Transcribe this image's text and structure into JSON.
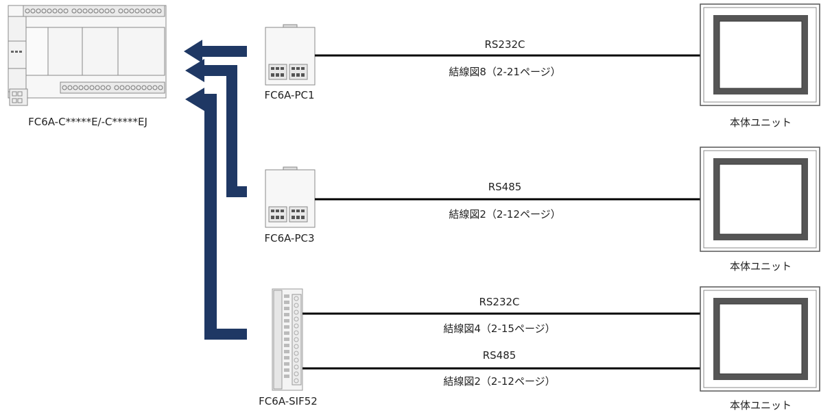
{
  "plc": {
    "label": "FC6A-C*****E/-C*****EJ"
  },
  "modules": [
    {
      "label": "FC6A-PC1"
    },
    {
      "label": "FC6A-PC3"
    },
    {
      "label": "FC6A-SIF52"
    }
  ],
  "connections": [
    {
      "protocol": "RS232C",
      "wiring": "結線図8（2-21ページ）"
    },
    {
      "protocol": "RS485",
      "wiring": "結線図2（2-12ページ）"
    },
    {
      "protocol": "RS232C",
      "wiring": "結線図4（2-15ページ）"
    },
    {
      "protocol": "RS485",
      "wiring": "結線図2（2-12ページ）"
    }
  ],
  "units": [
    {
      "label": "本体ユニット"
    },
    {
      "label": "本体ユニット"
    },
    {
      "label": "本体ユニット"
    }
  ],
  "colors": {
    "arrow": "#1f3864",
    "line": "#000000",
    "frame": "#555555"
  }
}
